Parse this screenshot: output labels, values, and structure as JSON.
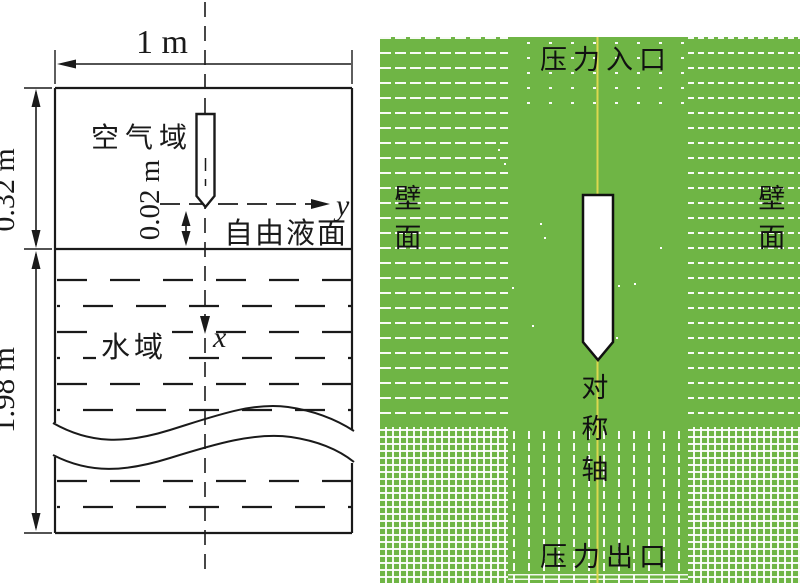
{
  "left_panel": {
    "width_dim": "1 m",
    "air_height_dim": "0.32 m",
    "water_height_dim": "1.98 m",
    "gap_dim": "0.02 m",
    "air_domain": "空气域",
    "free_surface": "自由液面",
    "water_domain": "水域",
    "axis_x": "x",
    "axis_y": "y"
  },
  "right_panel": {
    "inlet": "压力入口",
    "wall_left": "壁面",
    "wall_right": "壁面",
    "symmetry_axis": "对称轴",
    "outlet": "压力出口",
    "colors": {
      "mesh_green": "#6fb545",
      "axis_yellow": "#ddd84f",
      "grid_line": "#ffffff",
      "projectile_fill": "#ffffff",
      "ink": "#1a1a1a"
    }
  }
}
